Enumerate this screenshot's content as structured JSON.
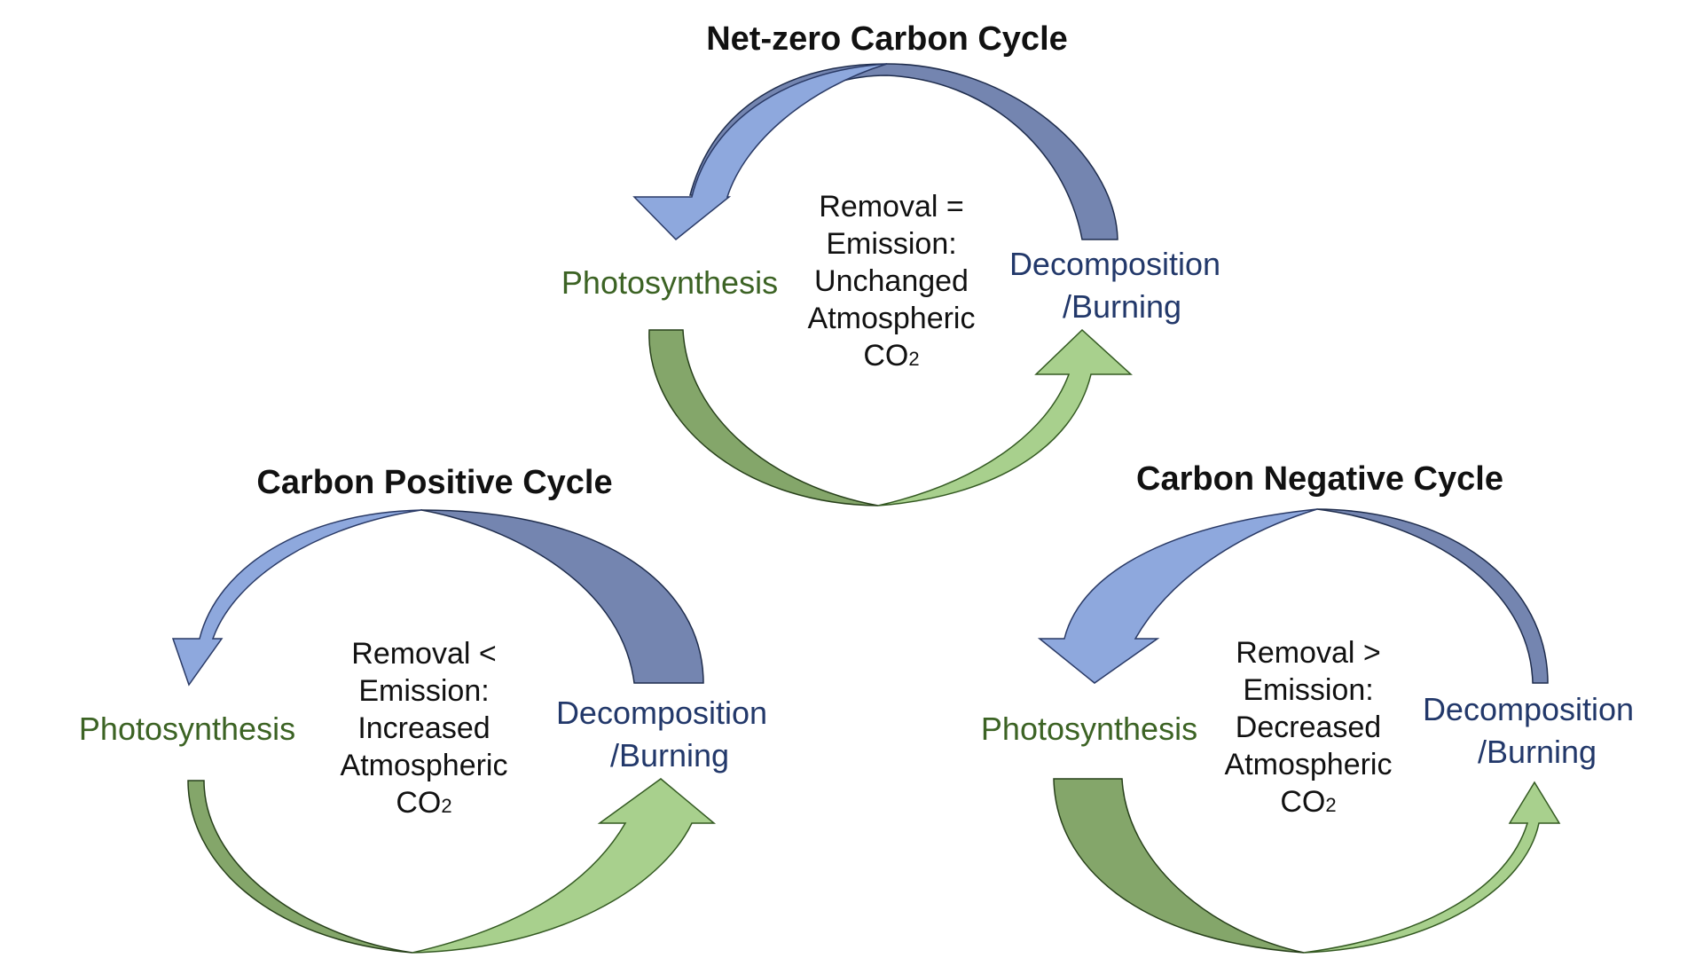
{
  "colors": {
    "emission_arc": "#7485b0",
    "return_arrow": "#8ea8dd",
    "removal_arc": "#84a66a",
    "absorb_arrow": "#a8d08d",
    "photosynthesis_text": "#3c6324",
    "decomposition_text": "#22386a"
  },
  "cycles": {
    "net_zero": {
      "title": "Net-zero Carbon Cycle",
      "photosynthesis": "Photosynthesis",
      "decomposition_line1": "Decomposition",
      "decomposition_line2": "/Burning",
      "center_line1": "Removal =",
      "center_line2": "Emission:",
      "center_line3": "Unchanged",
      "center_line4": "Atmospheric",
      "center_co": "CO",
      "center_sub": "2"
    },
    "positive": {
      "title": "Carbon Positive Cycle",
      "photosynthesis": "Photosynthesis",
      "decomposition_line1": "Decomposition",
      "decomposition_line2": "/Burning",
      "center_line1": "Removal <",
      "center_line2": "Emission:",
      "center_line3": "Increased",
      "center_line4": "Atmospheric",
      "center_co": "CO",
      "center_sub": "2"
    },
    "negative": {
      "title": "Carbon Negative Cycle",
      "photosynthesis": "Photosynthesis",
      "decomposition_line1": "Decomposition",
      "decomposition_line2": "/Burning",
      "center_line1": "Removal >",
      "center_line2": "Emission:",
      "center_line3": "Decreased",
      "center_line4": "Atmospheric",
      "center_co": "CO",
      "center_sub": "2"
    }
  }
}
